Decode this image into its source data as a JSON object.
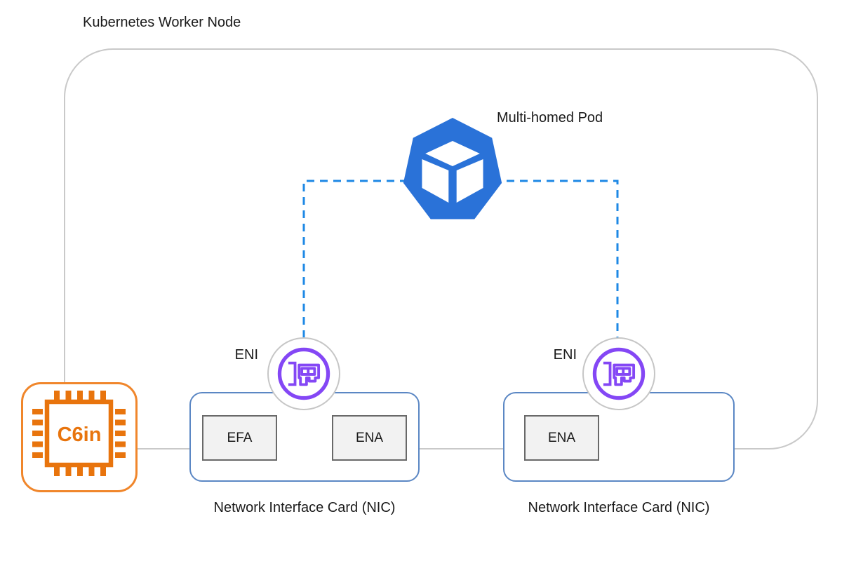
{
  "title": "Kubernetes Worker Node",
  "pod": {
    "label": "Multi-homed Pod"
  },
  "instance": {
    "label": "C6in"
  },
  "enis": [
    {
      "label": "ENI"
    },
    {
      "label": "ENI"
    }
  ],
  "nics": [
    {
      "label": "Network Interface Card (NIC)",
      "adapters": [
        "EFA",
        "ENA"
      ]
    },
    {
      "label": "Network Interface Card (NIC)",
      "adapters": [
        "ENA"
      ]
    }
  ],
  "colors": {
    "pod-blue": "#2a72d8",
    "connector-blue": "#1e88e5",
    "eni-purple": "#8447f5",
    "eni-ring-gray": "#c6c6c6",
    "instance-orange": "#e8740d",
    "instance-border-orange": "#f0862b",
    "nic-border-blue": "#5b87c4",
    "adapter-fill": "#f2f2f2",
    "adapter-border": "#696969",
    "boundary-gray": "#c9c9c9",
    "text": "#1a1a1a"
  }
}
